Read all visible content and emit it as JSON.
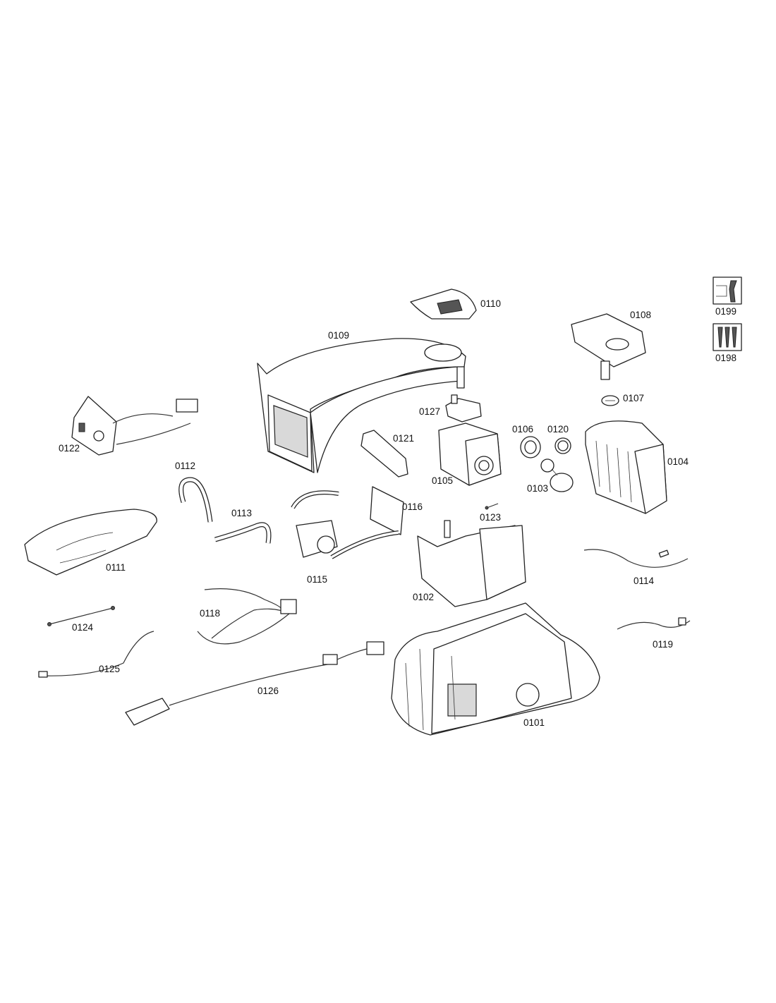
{
  "parts": [
    {
      "id": "p0101",
      "number": "0101"
    },
    {
      "id": "p0102",
      "number": "0102"
    },
    {
      "id": "p0103",
      "number": "0103"
    },
    {
      "id": "p0104",
      "number": "0104"
    },
    {
      "id": "p0105",
      "number": "0105"
    },
    {
      "id": "p0106",
      "number": "0106"
    },
    {
      "id": "p0107",
      "number": "0107"
    },
    {
      "id": "p0108",
      "number": "0108"
    },
    {
      "id": "p0109",
      "number": "0109"
    },
    {
      "id": "p0110",
      "number": "0110"
    },
    {
      "id": "p0111",
      "number": "0111"
    },
    {
      "id": "p0112",
      "number": "0112"
    },
    {
      "id": "p0113",
      "number": "0113"
    },
    {
      "id": "p0114",
      "number": "0114"
    },
    {
      "id": "p0115",
      "number": "0115"
    },
    {
      "id": "p0116",
      "number": "0116"
    },
    {
      "id": "p0118",
      "number": "0118"
    },
    {
      "id": "p0119",
      "number": "0119"
    },
    {
      "id": "p0120",
      "number": "0120"
    },
    {
      "id": "p0121",
      "number": "0121"
    },
    {
      "id": "p0122",
      "number": "0122"
    },
    {
      "id": "p0123",
      "number": "0123"
    },
    {
      "id": "p0124",
      "number": "0124"
    },
    {
      "id": "p0125",
      "number": "0125"
    },
    {
      "id": "p0126",
      "number": "0126"
    },
    {
      "id": "p0127",
      "number": "0127"
    }
  ],
  "service": [
    {
      "id": "s0199",
      "number": "0199",
      "icon": "wrench-icon"
    },
    {
      "id": "s0198",
      "number": "0198",
      "icon": "screws-icon"
    }
  ]
}
